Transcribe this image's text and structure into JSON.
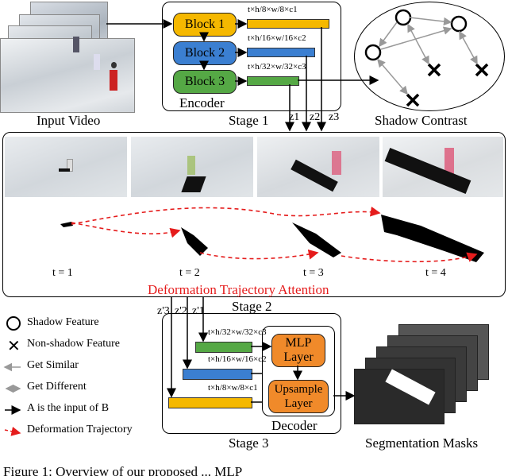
{
  "labels": {
    "input_video": "Input Video",
    "encoder": "Encoder",
    "stage1": "Stage 1",
    "shadow_contrast": "Shadow Contrast",
    "stage2": "Stage 2",
    "stage3": "Stage 3",
    "decoder": "Decoder",
    "segmentation_masks": "Segmentation Masks",
    "trajectory_attention": "Deformation Trajectory Attention"
  },
  "blocks": {
    "block1": "Block 1",
    "block2": "Block 2",
    "block3": "Block 3",
    "mlp": "MLP Layer",
    "upsample": "Upsample Layer"
  },
  "feature_dims": {
    "f1": "t×h/8×w/8×c1",
    "f2": "t×h/16×w/16×c2",
    "f3": "t×h/32×w/32×c3"
  },
  "z_labels": {
    "z1": "z1",
    "z2": "z2",
    "z3": "z3",
    "z1p": "z'1",
    "z2p": "z'2",
    "z3p": "z'3"
  },
  "time_labels": [
    "t = 1",
    "t = 2",
    "t = 3",
    "t = 4"
  ],
  "legend": [
    {
      "icon": "circle",
      "text": "Shadow Feature"
    },
    {
      "icon": "cross",
      "text": "Non-shadow Feature"
    },
    {
      "icon": "gray-arrow",
      "text": "Get Similar"
    },
    {
      "icon": "double-arrow",
      "text": "Get Different"
    },
    {
      "icon": "black-arrow",
      "text": "A is the input of B"
    },
    {
      "icon": "red-dashed",
      "text": "Deformation Trajectory"
    }
  ],
  "caption": "Figure 1: Overview of our proposed ... MLP",
  "colors": {
    "block_orange": "#f5b800",
    "block_blue": "#3b7fd1",
    "block_green": "#55a845",
    "decoder_orange": "#f08a2a",
    "trajectory_red": "#e51c1c"
  }
}
